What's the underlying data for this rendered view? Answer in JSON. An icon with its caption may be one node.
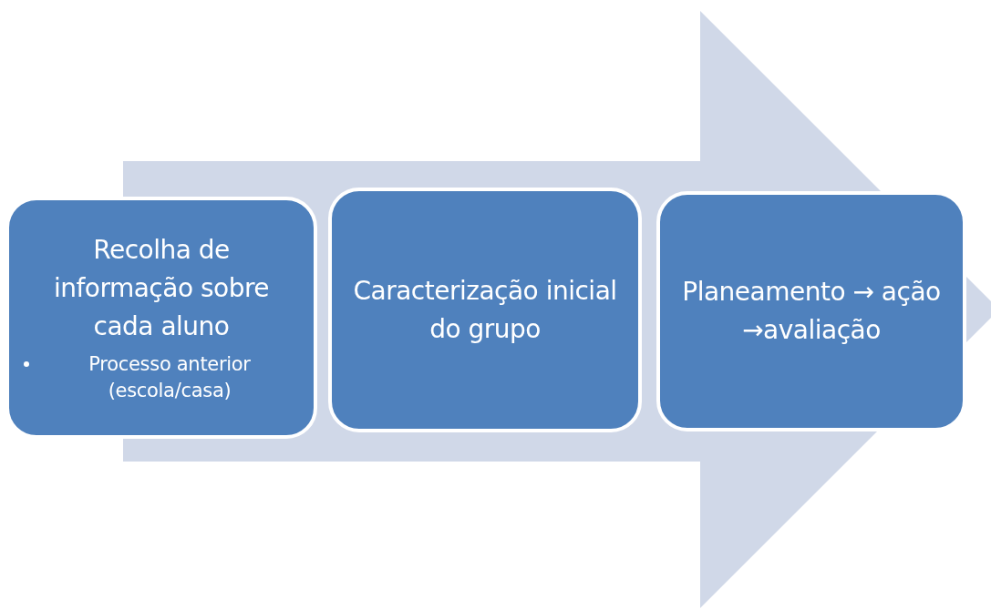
{
  "diagram": {
    "nodes": [
      {
        "text": [
          "Recolha de informação sobre cada aluno",
          "Processo anterior (escola/casa)"
        ]
      },
      {
        "text": [
          "Caracterização inicial do grupo"
        ]
      },
      {
        "text": [
          "Planeamento → ação →avaliação"
        ]
      }
    ]
  }
}
